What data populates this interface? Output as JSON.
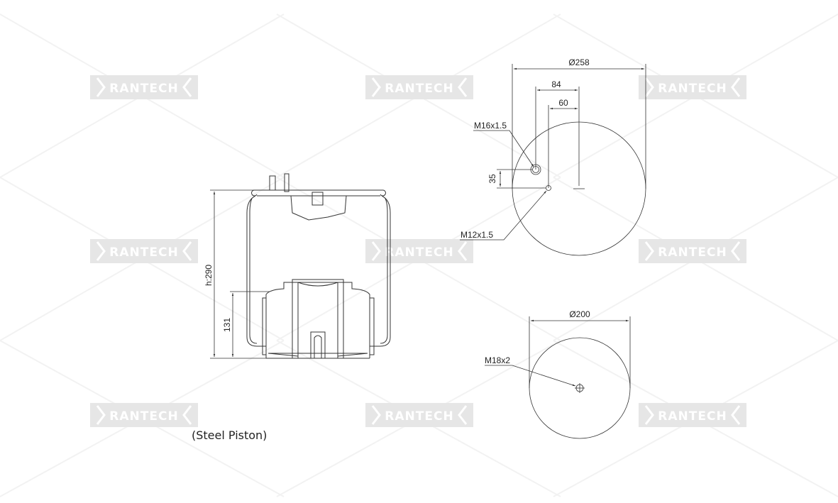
{
  "watermark": "RANTECH",
  "side_view": {
    "height_label": "h:290",
    "piston_height_label": "131",
    "caption": "(Steel Piston)"
  },
  "top_view": {
    "diameter_label": "Ø258",
    "offset_84": "84",
    "offset_60": "60",
    "offset_35": "35",
    "thread_1": "M16x1.5",
    "thread_2": "M12x1.5"
  },
  "bottom_view": {
    "diameter_label": "Ø200",
    "thread": "M18x2"
  },
  "colors": {
    "line": "#333333",
    "watermark_bg": "#e6e6e6"
  }
}
